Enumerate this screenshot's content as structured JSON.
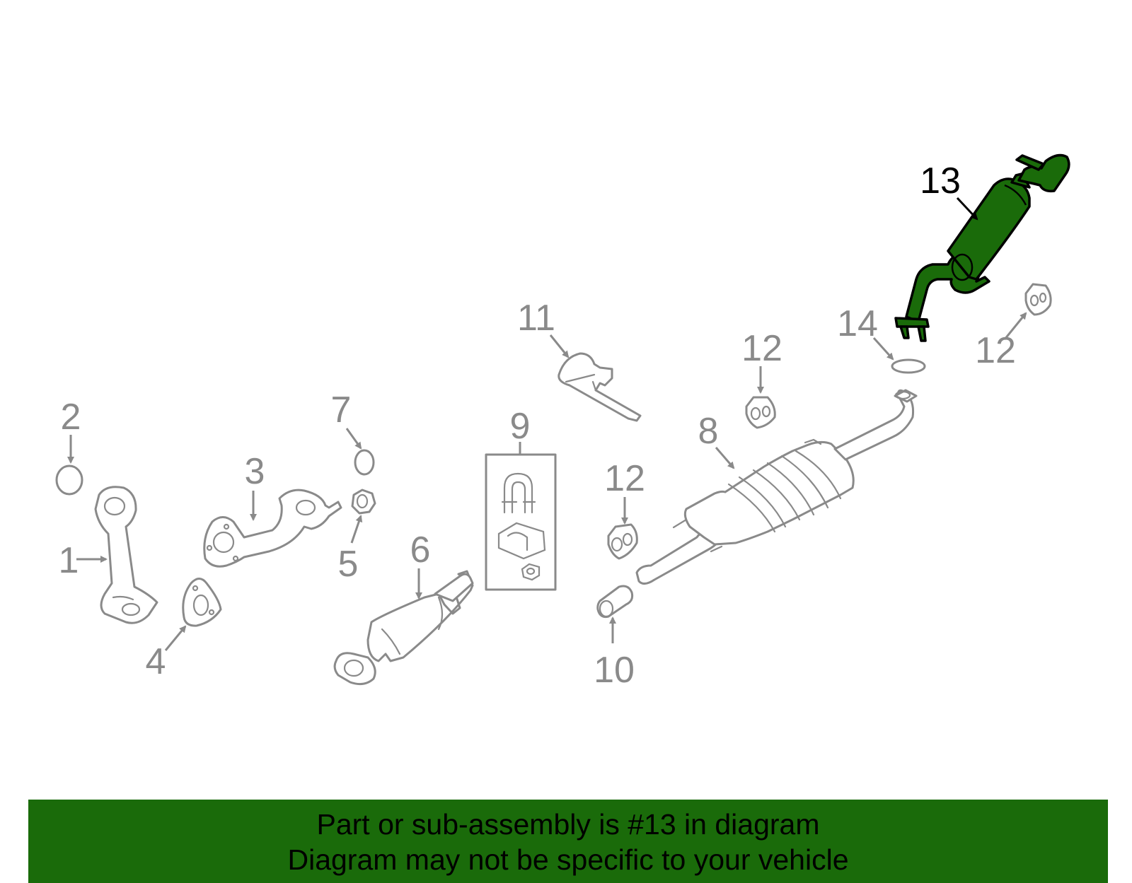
{
  "colors": {
    "highlight": "#1a6b0a",
    "line": "#8a8a8a",
    "highlight_outline": "#000000"
  },
  "callouts": {
    "c1": "1",
    "c2": "2",
    "c3": "3",
    "c4": "4",
    "c5": "5",
    "c6": "6",
    "c7": "7",
    "c8": "8",
    "c9": "9",
    "c10": "10",
    "c11": "11",
    "c12a": "12",
    "c12b": "12",
    "c12c": "12",
    "c13": "13",
    "c14": "14"
  },
  "highlighted_part": "13",
  "banner": {
    "line1": "Part or sub-assembly is #13 in diagram",
    "line2": "Diagram may not be specific to your vehicle"
  }
}
